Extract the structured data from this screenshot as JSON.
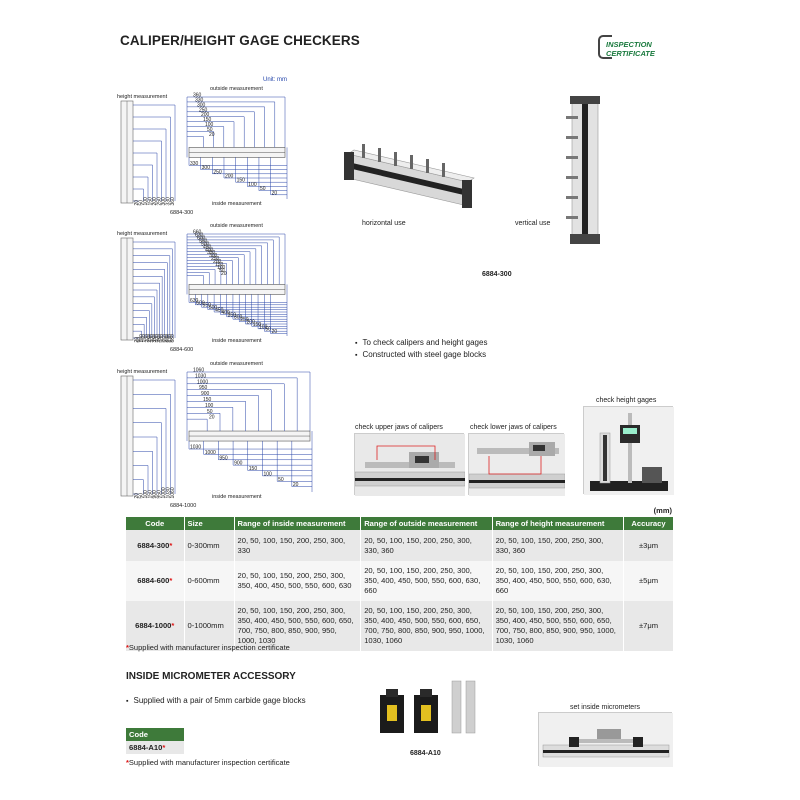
{
  "title": "CALIPER/HEIGHT GAGE CHECKERS",
  "certificate": {
    "line1": "INSPECTION",
    "line2": "CERTIFICATE"
  },
  "unit": "Unit: mm",
  "diagrams": [
    {
      "height_label": "height measurement",
      "outside_label": "outside measurement",
      "inside_label": "inside measurement",
      "model": "6884-300",
      "outside_values": [
        "360",
        "330",
        "300",
        "250",
        "200",
        "150",
        "100",
        "50",
        "20"
      ],
      "inside_values": [
        "330",
        "300",
        "250",
        "200",
        "150",
        "100",
        "50",
        "20"
      ],
      "height_values": [
        "20",
        "50",
        "100",
        "150",
        "200",
        "250",
        "300",
        "330",
        "360"
      ]
    },
    {
      "height_label": "height measurement",
      "outside_label": "outside measurement",
      "inside_label": "inside measurement",
      "model": "6884-600",
      "outside_values": [
        "660",
        "630",
        "600",
        "550",
        "500",
        "450",
        "400",
        "350",
        "300",
        "250",
        "200",
        "150",
        "100",
        "50",
        "20"
      ],
      "inside_values": [
        "630",
        "600",
        "550",
        "500",
        "450",
        "400",
        "350",
        "300",
        "250",
        "200",
        "150",
        "100",
        "50",
        "20"
      ],
      "height_values": [
        "20",
        "50",
        "100",
        "150",
        "200",
        "250",
        "300",
        "350",
        "400",
        "450",
        "500",
        "550",
        "600",
        "630",
        "660"
      ]
    },
    {
      "height_label": "height measurement",
      "outside_label": "outside measurement",
      "inside_label": "inside measurement",
      "model": "6884-1000",
      "outside_values": [
        "1060",
        "1030",
        "1000",
        "950",
        "900",
        "150",
        "100",
        "50",
        "20"
      ],
      "inside_values": [
        "1030",
        "1000",
        "950",
        "900",
        "150",
        "100",
        "50",
        "20"
      ],
      "height_values": [
        "20",
        "50",
        "100",
        "150",
        "900",
        "950",
        "1000",
        "1030",
        "1060"
      ]
    }
  ],
  "photos": {
    "horizontal": "horizontal use",
    "vertical": "vertical use",
    "model": "6884-300",
    "upper": "check upper jaws of calipers",
    "lower": "check lower jaws of calipers",
    "height": "check height gages"
  },
  "features": [
    "To check calipers and height gages",
    "Constructed with steel gage blocks"
  ],
  "table": {
    "unit": "(mm)",
    "headers": [
      "Code",
      "Size",
      "Range of inside measurement",
      "Range of outside measurement",
      "Range of height measurement",
      "Accuracy"
    ],
    "rows": [
      {
        "code": "6884-300",
        "star": "*",
        "size": "0-300mm",
        "inside": "20, 50, 100, 150, 200, 250, 300, 330",
        "outside": "20, 50, 100, 150, 200, 250, 300, 330, 360",
        "height": "20, 50, 100, 150, 200, 250, 300, 330, 360",
        "accuracy": "±3μm"
      },
      {
        "code": "6884-600",
        "star": "*",
        "size": "0-600mm",
        "inside": "20, 50, 100, 150, 200, 250, 300, 350, 400, 450, 500, 550, 600, 630",
        "outside": "20, 50, 100, 150, 200, 250, 300, 350, 400, 450, 500, 550, 600, 630, 660",
        "height": "20, 50, 100, 150, 200, 250, 300, 350, 400, 450, 500, 550, 600, 630, 660",
        "accuracy": "±5μm"
      },
      {
        "code": "6884-1000",
        "star": "*",
        "size": "0-1000mm",
        "inside": "20, 50, 100, 150, 200, 250, 300, 350, 400, 450, 500, 550, 600, 650, 700, 750, 800, 850, 900, 950, 1000, 1030",
        "outside": "20, 50, 100, 150, 200, 250, 300, 350, 400, 450, 500, 550, 600, 650, 700, 750, 800, 850, 900, 950, 1000, 1030, 1060",
        "height": "20, 50, 100, 150, 200, 250, 300, 350, 400, 450, 500, 550, 600, 650, 700, 750, 800, 850, 900, 950, 1000, 1030, 1060",
        "accuracy": "±7μm"
      }
    ]
  },
  "note1": {
    "star": "*",
    "text": "Supplied with manufacturer inspection certificate"
  },
  "accessory": {
    "title": "INSIDE MICROMETER ACCESSORY",
    "bullet": "Supplied with a pair of 5mm carbide gage blocks",
    "code_header": "Code",
    "code": "6884-A10",
    "star": "*",
    "model": "6884-A10",
    "photo_label": "set inside micrometers"
  },
  "note2": {
    "star": "*",
    "text": "Supplied with manufacturer inspection certificate"
  }
}
